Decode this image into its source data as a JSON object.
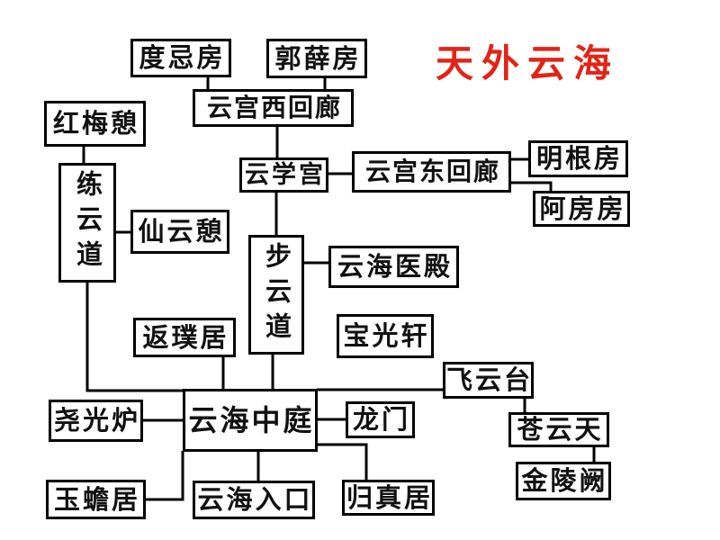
{
  "title": {
    "text": "天外云海",
    "color": "#e02518"
  },
  "diagram": {
    "line_color": "#000000",
    "background": "#ffffff",
    "nodes": {
      "dujifang": {
        "label": "度忌房"
      },
      "guoxuefang": {
        "label": "郭薛房"
      },
      "yungong_xi_huilang": {
        "label": "云宫西回廊"
      },
      "hongmeiqi": {
        "label": "红梅憩"
      },
      "lianyundao": {
        "label": "练云道"
      },
      "yunxuegong": {
        "label": "云学宫"
      },
      "yungong_dong_huilang": {
        "label": "云宫东回廊"
      },
      "minggenfang": {
        "label": "明根房"
      },
      "afangfang": {
        "label": "阿房房"
      },
      "xianyunqi": {
        "label": "仙云憩"
      },
      "buyundao": {
        "label": "步云道"
      },
      "yunhai_yidian": {
        "label": "云海医殿"
      },
      "baoguangxuan": {
        "label": "宝光轩"
      },
      "fanpuju": {
        "label": "返璞居"
      },
      "feiyuntai": {
        "label": "飞云台"
      },
      "yaoguanglu": {
        "label": "尧光炉"
      },
      "yunhai_zhongting": {
        "label": "云海中庭"
      },
      "longmen": {
        "label": "龙门"
      },
      "yuchanju": {
        "label": "玉蟾居"
      },
      "yunhai_rukou": {
        "label": "云海入口"
      },
      "guizhenju": {
        "label": "归真居"
      },
      "cangyuntian": {
        "label": "苍云天"
      },
      "jinlingque": {
        "label": "金陵阙"
      }
    },
    "edges": [
      {
        "from": "度忌房",
        "to": "云宫西回廊"
      },
      {
        "from": "郭薛房",
        "to": "云宫西回廊"
      },
      {
        "from": "云宫西回廊",
        "to": "云学宫"
      },
      {
        "from": "红梅憩",
        "to": "练云道"
      },
      {
        "from": "练云道",
        "to": "仙云憩"
      },
      {
        "from": "练云道",
        "to": "云海中庭"
      },
      {
        "from": "云学宫",
        "to": "云宫东回廊"
      },
      {
        "from": "云学宫",
        "to": "步云道"
      },
      {
        "from": "云宫东回廊",
        "to": "明根房"
      },
      {
        "from": "云宫东回廊",
        "to": "阿房房"
      },
      {
        "from": "步云道",
        "to": "云海医殿"
      },
      {
        "from": "步云道",
        "to": "云海中庭"
      },
      {
        "from": "返璞居",
        "to": "云海中庭"
      },
      {
        "from": "尧光炉",
        "to": "云海中庭"
      },
      {
        "from": "云海中庭",
        "to": "龙门"
      },
      {
        "from": "云海中庭",
        "to": "飞云台"
      },
      {
        "from": "云海中庭",
        "to": "云海入口"
      },
      {
        "from": "云海中庭",
        "to": "玉蟾居"
      },
      {
        "from": "云海中庭",
        "to": "归真居"
      },
      {
        "from": "飞云台",
        "to": "苍云天"
      },
      {
        "from": "苍云天",
        "to": "金陵阙"
      }
    ]
  }
}
